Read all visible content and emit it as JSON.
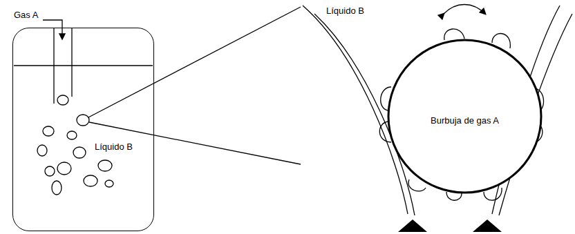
{
  "diagram": {
    "nodes": [
      {
        "text": [
          "Líquido B"
        ]
      },
      {
        "text": [
          "Burbuja de gas A"
        ]
      }
    ],
    "labels": [
      "Gas A",
      "Líquido B"
    ]
  }
}
